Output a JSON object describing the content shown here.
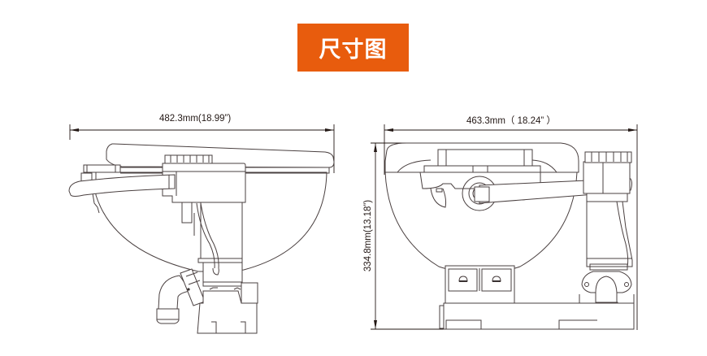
{
  "title": {
    "text": "尺寸图",
    "background_color": "#e85c0d",
    "text_color": "#ffffff"
  },
  "side_view": {
    "width_dimension": "482.3mm(18.99”)"
  },
  "front_view": {
    "width_dimension": "463.3mm（ 18.24” ）",
    "height_dimension": "334.8mm(13.18”)"
  },
  "colors": {
    "line": "#4a4040",
    "dimension": "#231815",
    "accent": "#e85c0d"
  }
}
